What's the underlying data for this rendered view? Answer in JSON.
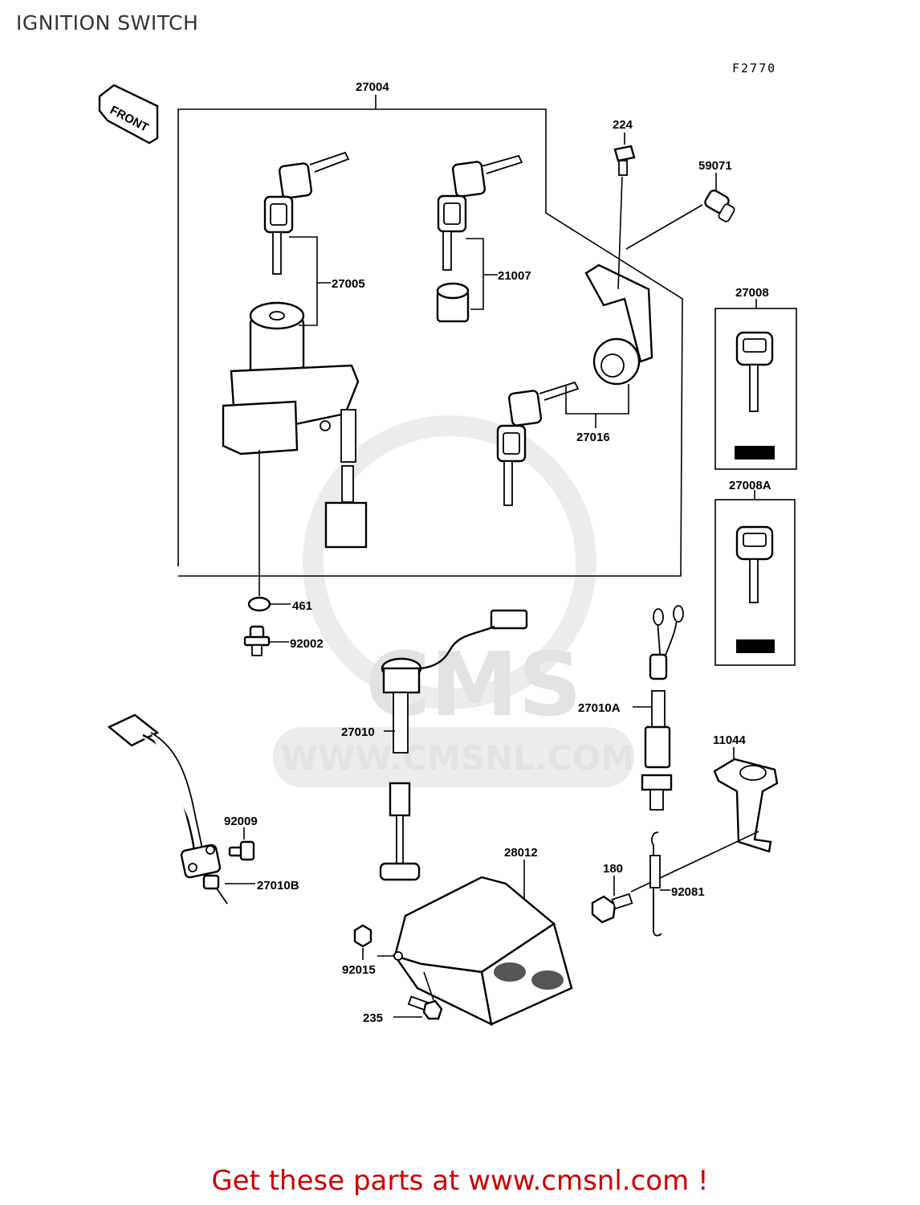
{
  "page": {
    "title": "IGNITION SWITCH",
    "diagram_code": "F2770",
    "footer": "Get these parts at www.cmsnl.com !"
  },
  "watermark": {
    "line1": "CMS",
    "line2": "WWW.CMSNL.COM"
  },
  "front_indicator": "FRONT",
  "labels": {
    "p27004": "27004",
    "p224": "224",
    "p59071": "59071",
    "p27005": "27005",
    "p21007": "21007",
    "p27008": "27008",
    "p27016": "27016",
    "p27008A": "27008A",
    "p461": "461",
    "p92002": "92002",
    "p27010A": "27010A",
    "p27010": "27010",
    "p11044": "11044",
    "p92009": "92009",
    "p28012": "28012",
    "p180": "180",
    "p27010B": "27010B",
    "p92081": "92081",
    "p92015": "92015",
    "p235": "235"
  }
}
